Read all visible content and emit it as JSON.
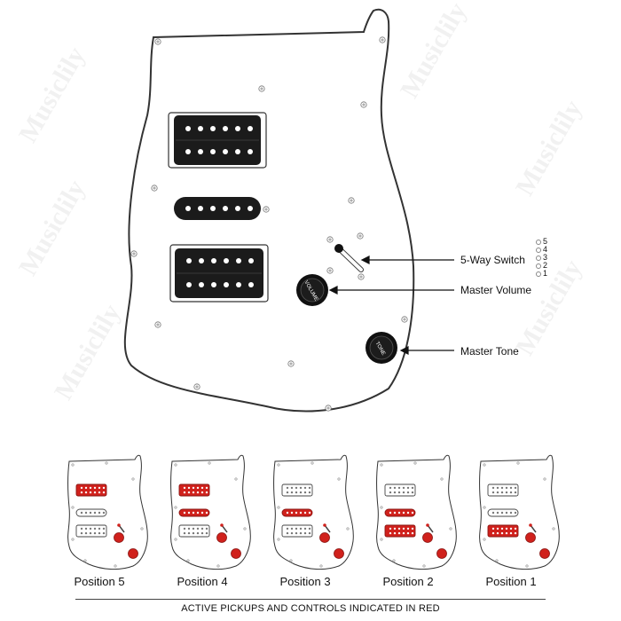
{
  "watermark": "Musiclily",
  "labels": {
    "switch": "5-Way Switch",
    "volume": "Master Volume",
    "tone": "Master Tone"
  },
  "knobs": {
    "volume": "VOLUME",
    "tone": "TONE"
  },
  "switch_positions": [
    "5",
    "4",
    "3",
    "2",
    "1"
  ],
  "positions": [
    "Position 5",
    "Position 4",
    "Position 3",
    "Position 2",
    "Position 1"
  ],
  "active": [
    {
      "bridge": false,
      "middle": false,
      "neck": true
    },
    {
      "bridge": false,
      "middle": true,
      "neck": true
    },
    {
      "bridge": false,
      "middle": true,
      "neck": false
    },
    {
      "bridge": true,
      "middle": true,
      "neck": false
    },
    {
      "bridge": true,
      "middle": false,
      "neck": false
    }
  ],
  "caption": "ACTIVE PICKUPS AND CONTROLS INDICATED IN RED",
  "colors": {
    "active": "#d0211c",
    "pickup": "#111111",
    "outline": "#333333"
  }
}
